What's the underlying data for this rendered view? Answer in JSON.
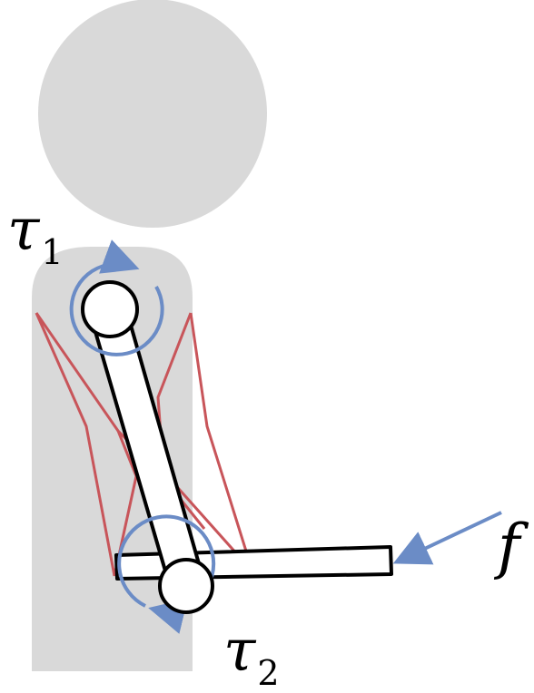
{
  "labels": {
    "tau1": {
      "symbol": "τ",
      "subscript": "1"
    },
    "tau2": {
      "symbol": "τ",
      "subscript": "2"
    },
    "force": "f"
  },
  "colors": {
    "body": "#d9d9d9",
    "muscle": "#c8555a",
    "torque_arrow": "#6b8cc6",
    "link_fill": "#ffffff",
    "link_stroke": "#000000"
  },
  "icons": {
    "head": "circle",
    "shoulder-joint": "circle",
    "elbow-joint": "circle"
  }
}
